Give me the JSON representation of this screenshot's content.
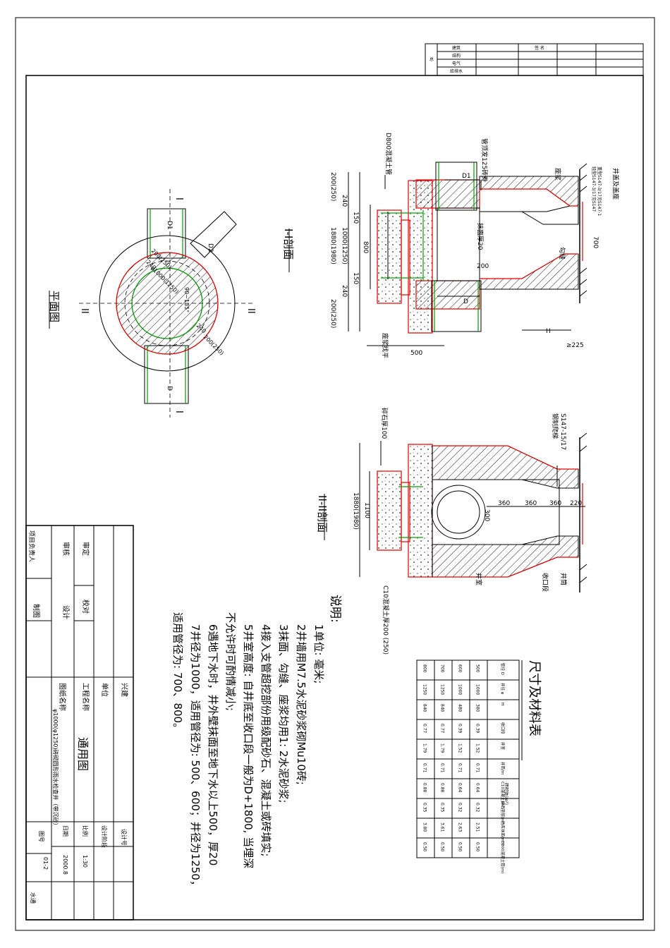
{
  "sheet": {
    "professions": [
      "总",
      "建筑",
      "结构",
      "电气",
      "给排水"
    ],
    "sign_label": "签 名"
  },
  "plan": {
    "title": "平面图",
    "sec_I": "I",
    "sec_II": "II",
    "dims": {
      "d1": "D1",
      "d": "D",
      "d2": "D2",
      "outer": "200(250)",
      "wall": "240",
      "inner": "φ1000(1250)",
      "angle": "90~135°",
      "wall2": "240",
      "outer2": "200(250)"
    }
  },
  "section1": {
    "title": "I-I剖面",
    "leaders": {
      "pipe": "D800混凝土管",
      "crown": "管顶发125砖券",
      "plaster": "抹面厚20",
      "base": "座浆",
      "cover": "井盖及盖座",
      "cover_note1": "轻型S147-3/17见S147",
      "cover_note2": "重型S147-3/17见S147-1",
      "point": "勾缝",
      "bedding": "座浆找平"
    },
    "dims": {
      "d200a": "200(250)",
      "d240a": "240",
      "d150a": "150",
      "d1880": "1880(1980)",
      "d1000": "1000(1250)",
      "d800": "800",
      "d150b": "150",
      "d240b": "240",
      "d200b": "200(250)",
      "d1": "D1",
      "d": "D",
      "d200c": "200",
      "d500": "500",
      "h": "H",
      "d700": "700",
      "d225": "≥225"
    }
  },
  "section2": {
    "title": "II-II剖面",
    "leaders": {
      "gravel": "碎石厚100",
      "ladder": "钢制爬梯",
      "ladder_code": "S147-15/17",
      "chamber": "井室",
      "shaft": "井筒",
      "neck": "收口段",
      "slab": "C10混凝土厚200 (250)"
    },
    "dims": {
      "d1880": "1880(1980)",
      "d1100": "1100",
      "d360a": "360",
      "d360b": "360",
      "d360c": "360",
      "d220": "220",
      "d300": "300"
    }
  },
  "notes": {
    "heading": "说明:",
    "lines": [
      "1单位: 毫米;",
      "2井墙用M7.5水泥砂浆砌Mu10砖;",
      "3抹面、勾缝、座浆均用1: 2水泥砂浆;",
      "4接入支管超挖部份用级配砂石、混凝土或砖填实;",
      "5井室高度: 自井底至收口段一般为D+1800, 当埋深",
      "  不允许时可酌情减小;",
      "6遇地下水时，井外壁抹面至地下水以上500，厚20",
      "7井径为1000，适用管径为: 500、600；井径为1250，",
      "  适用管径为: 700、800。"
    ]
  },
  "material_table": {
    "title": "尺寸及材料表",
    "headers": [
      "管径 D",
      "井径 φ",
      "H",
      "收口段",
      "井室",
      "井筒/m",
      "C10混凝土(m³)",
      "碎石垫层(m³)",
      "砂浆抹面(m²)",
      "D800混凝土管(m)"
    ],
    "group_header": "砖砌体(m³)",
    "rows": [
      [
        "500",
        "1000",
        "380",
        "0.39",
        "1.52",
        "0.71",
        "0.64",
        "0.32",
        "2.51",
        "0.50"
      ],
      [
        "600",
        "1000",
        "480",
        "0.39",
        "1.52",
        "0.71",
        "0.64",
        "0.32",
        "2.63",
        "0.50"
      ],
      [
        "700",
        "1250",
        "840",
        "0.77",
        "1.79",
        "0.71",
        "0.88",
        "0.35",
        "3.61",
        "0.50"
      ],
      [
        "800",
        "1250",
        "840",
        "0.77",
        "1.79",
        "0.71",
        "0.88",
        "0.35",
        "3.80",
        "0.50"
      ]
    ]
  },
  "title_block": {
    "left_labels": [
      "审定",
      "审核",
      "项目负责人",
      "校对",
      "设计",
      "制图"
    ],
    "unit_label": "单位",
    "unit_value": "兴建",
    "project_label": "工程名称",
    "project_value": "通用图",
    "drawing_label": "图纸名称",
    "drawing_value": "φ1000(φ1250)砖砌圆形雨水检查井（带沉砂）",
    "design_no_label": "设计号",
    "stage_label": "设计阶段",
    "scale_label": "比例",
    "scale_value": "1:30",
    "date_label": "日期",
    "date_value": "2000.8",
    "sheet_no_label": "图号",
    "sheet_no_value": "01-2",
    "discipline_value": "水通"
  }
}
